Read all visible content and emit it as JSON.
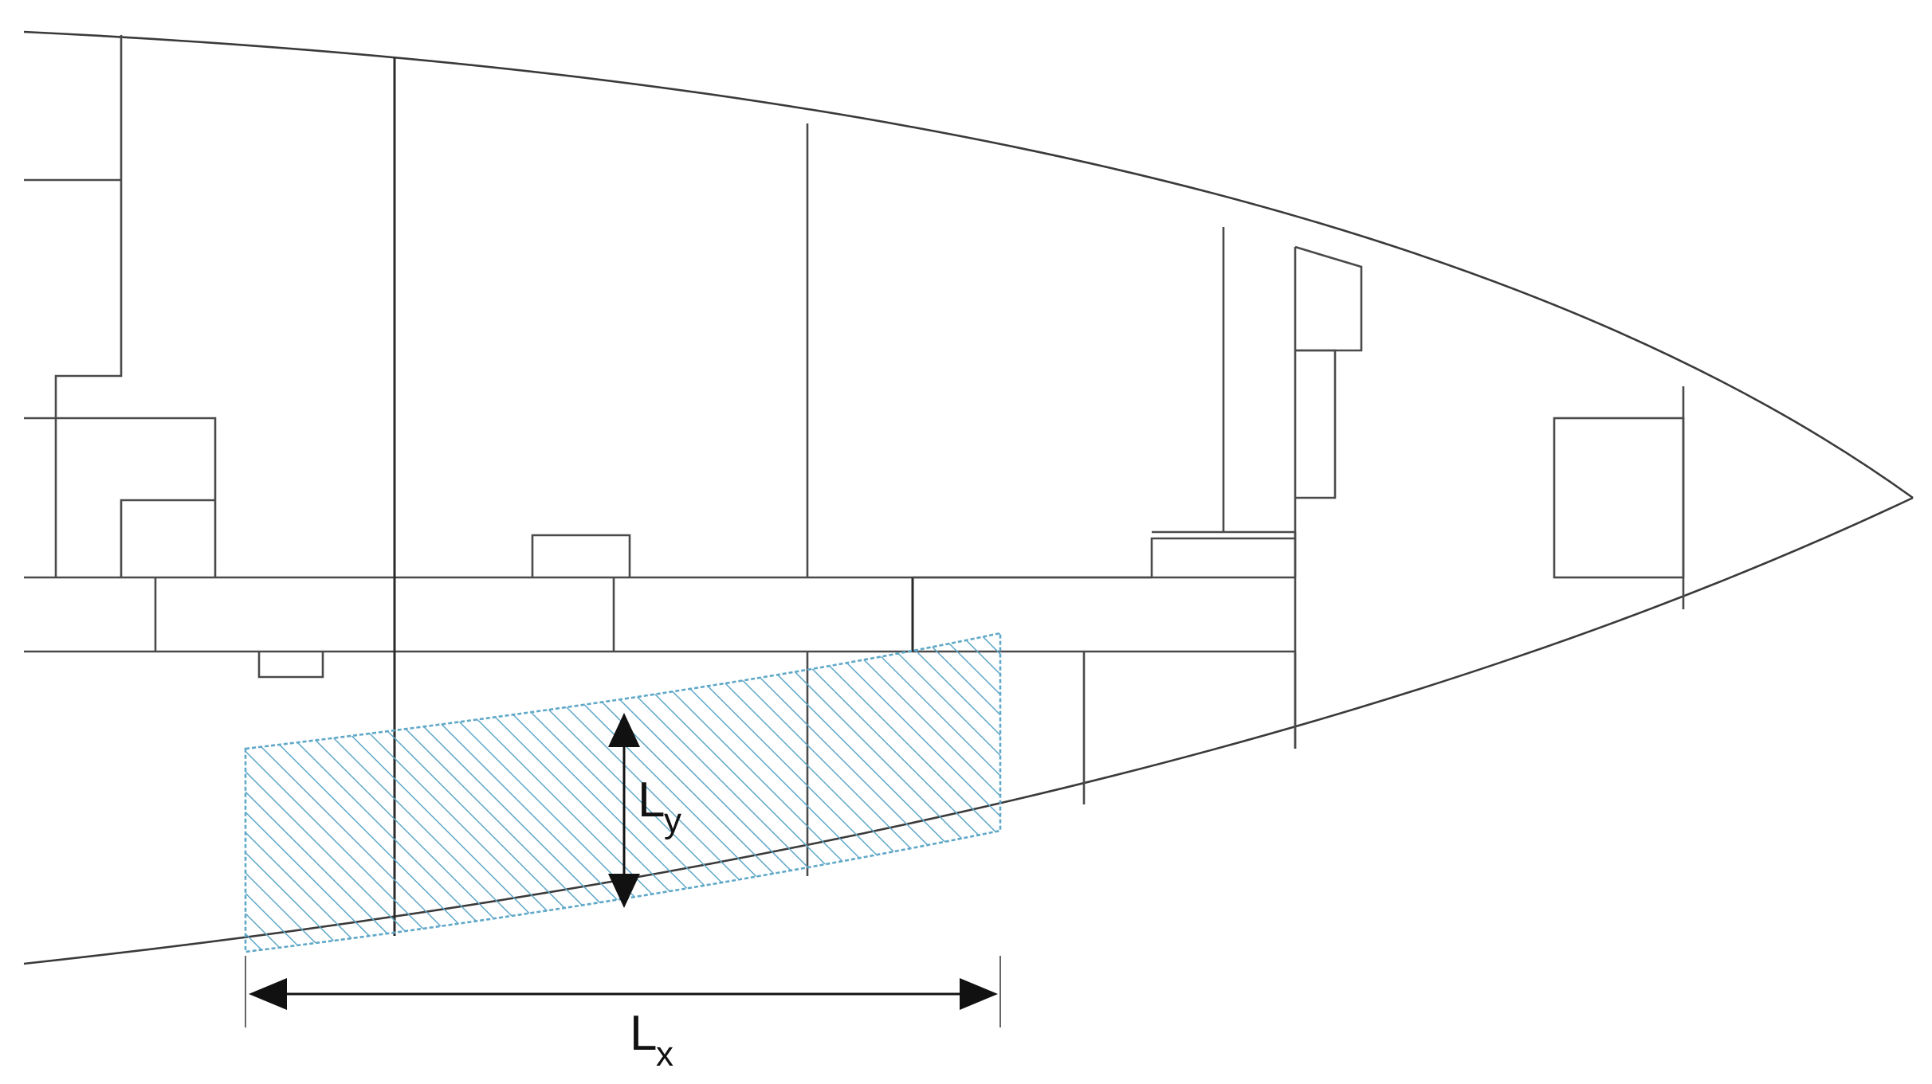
{
  "diagram": {
    "dimension_x": {
      "symbol": "L",
      "subscript": "x"
    },
    "dimension_y": {
      "symbol": "L",
      "subscript": "y"
    },
    "colors": {
      "hull_lines": "#3a3a3a",
      "hatch_region": "#5fa8c8",
      "dimension_arrows": "#111111"
    }
  }
}
